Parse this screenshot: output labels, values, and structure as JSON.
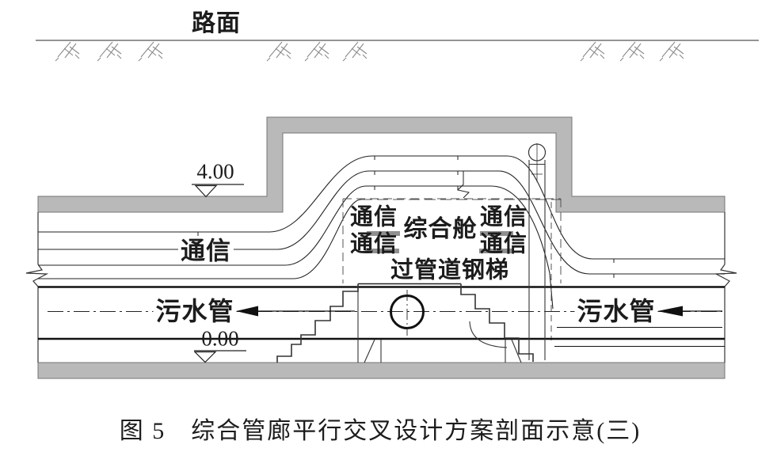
{
  "figure": {
    "caption": "图 5　综合管廊平行交叉设计方案剖面示意(三)",
    "road_surface_label": "路面",
    "elevation_top": "4.00",
    "elevation_bottom": "0.00",
    "labels": {
      "comm_left": "通信",
      "comm_cross_left_top": "通信",
      "comm_cross_left_bottom": "通信",
      "comm_cross_right_top": "通信",
      "comm_cross_right_bottom": "通信",
      "integrated_cabin": "综合舱",
      "pipe_ladder": "过管道钢梯",
      "sewage_left": "污水管",
      "sewage_right": "污水管"
    },
    "colors": {
      "background": "#ffffff",
      "concrete_fill": "#b9b9b9",
      "concrete_edge": "#757575",
      "line": "#222222",
      "tray_fill": "#8f8f8f",
      "text": "#1c1c1c"
    }
  }
}
